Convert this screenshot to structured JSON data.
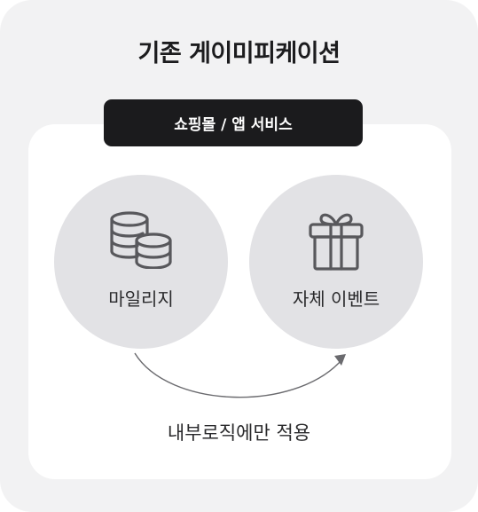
{
  "title": "기존 게이미피케이션",
  "category": "쇼핑몰 / 앱 서비스",
  "items": [
    {
      "label": "마일리지",
      "icon": "coins-icon"
    },
    {
      "label": "자체 이벤트",
      "icon": "gift-icon"
    }
  ],
  "bottom_label": "내부로직에만 적용",
  "colors": {
    "background": "#f2f2f3",
    "panel": "#ffffff",
    "pill": "#1b1b1d",
    "circle": "#e2e2e5",
    "icon": "#58585c",
    "text": "#2a2a2c"
  }
}
